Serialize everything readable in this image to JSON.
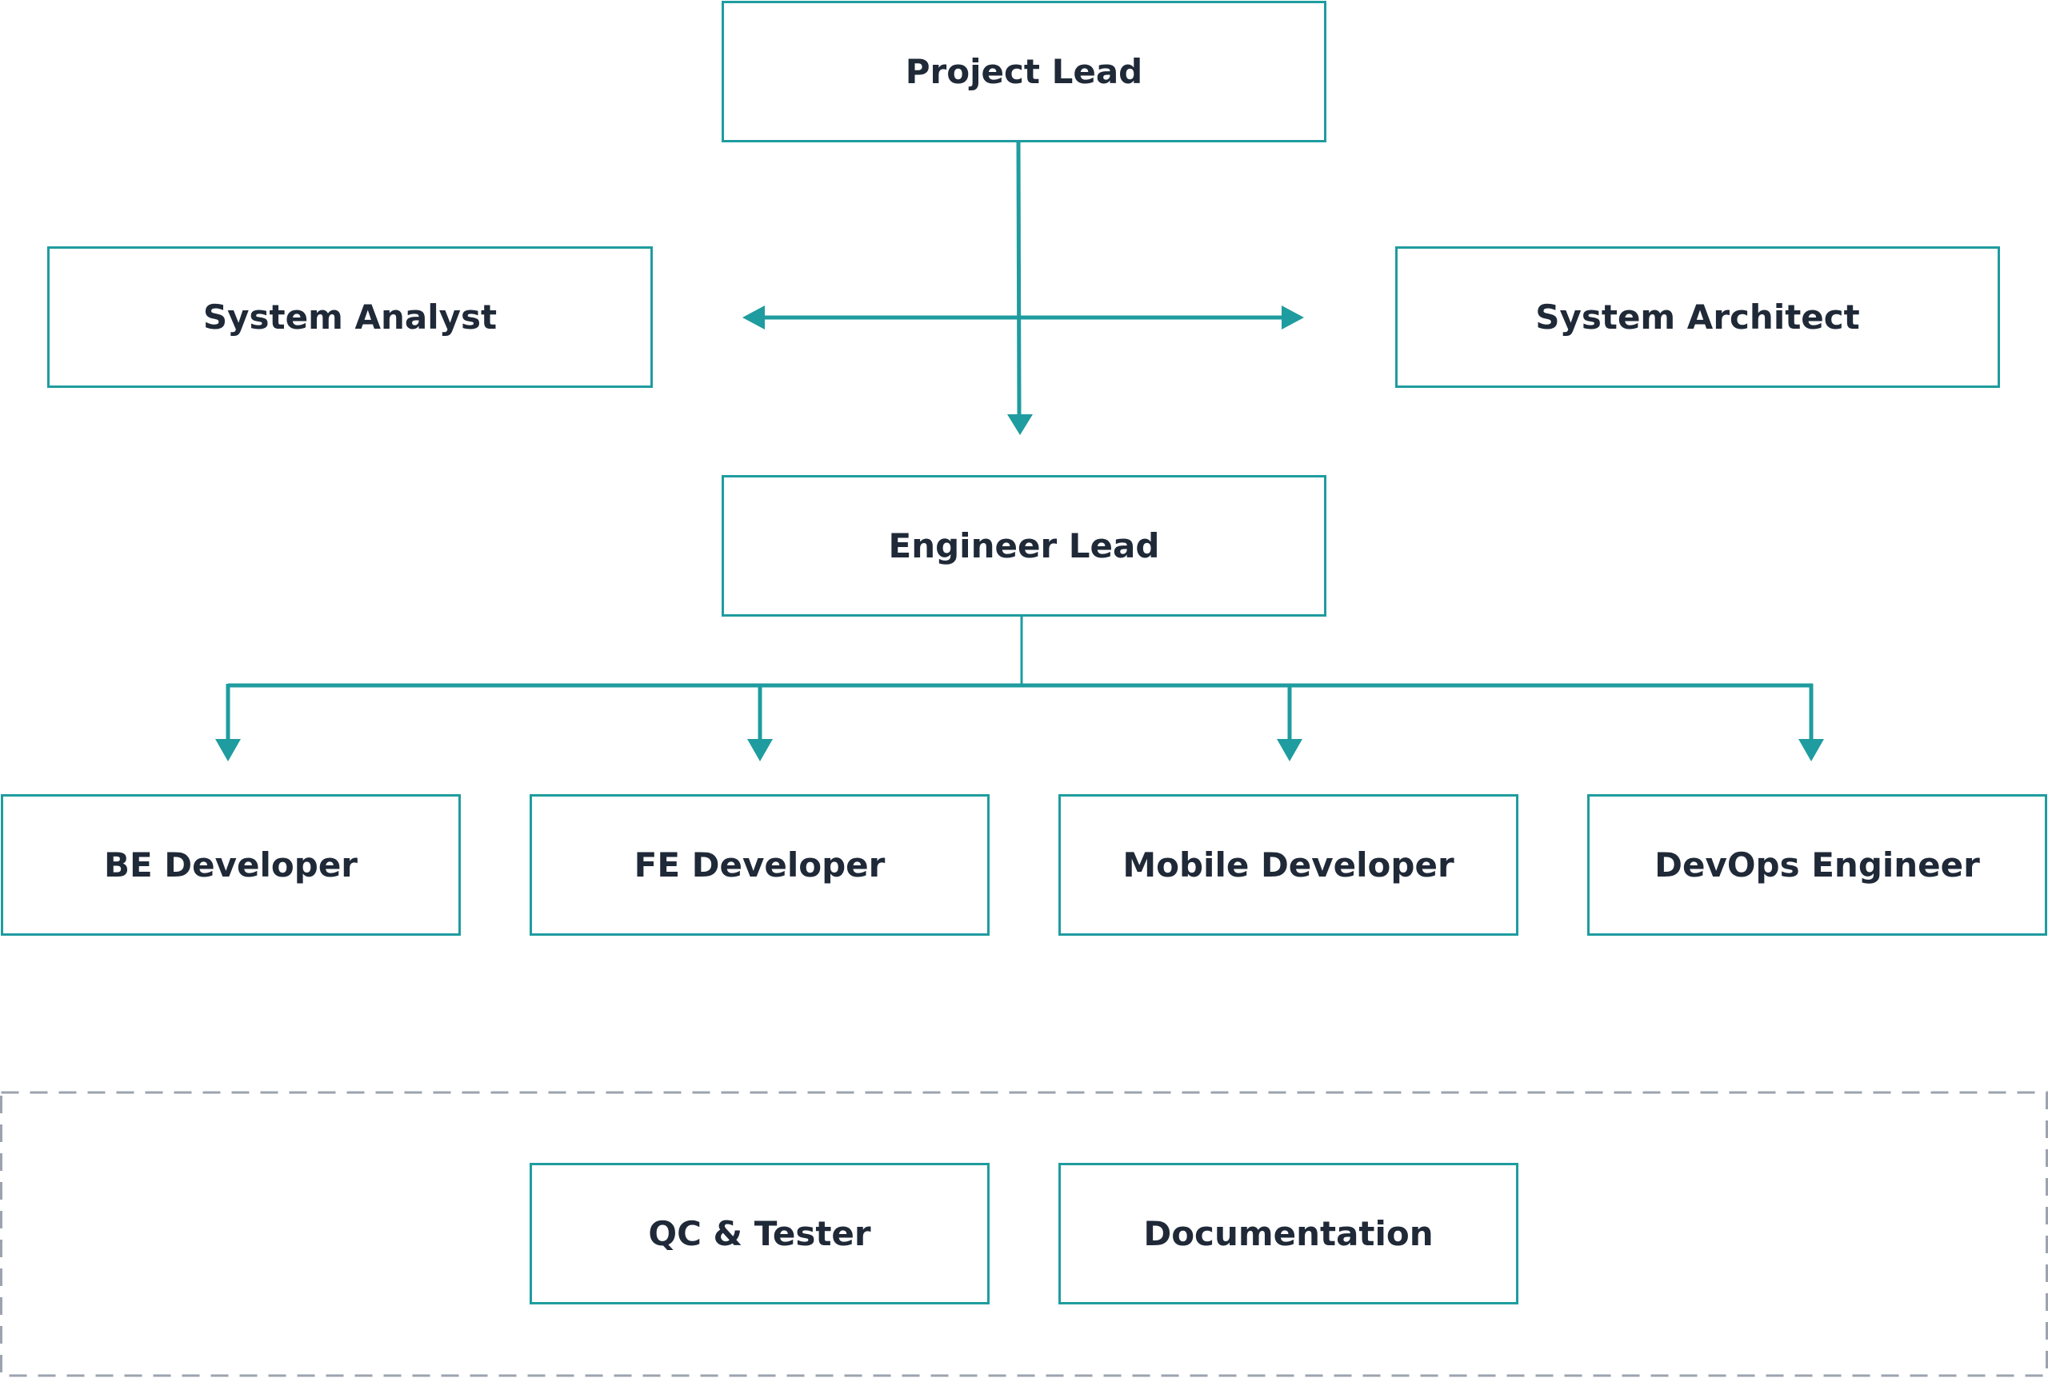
{
  "diagram": {
    "nodes": {
      "project_lead": "Project Lead",
      "system_analyst": "System Analyst",
      "system_architect": "System Architect",
      "engineer_lead": "Engineer Lead",
      "be_developer": "BE Developer",
      "fe_developer": "FE Developer",
      "mobile_developer": "Mobile Developer",
      "devops_engineer": "DevOps Engineer",
      "qc_tester": "QC & Tester",
      "documentation": "Documentation"
    },
    "colors": {
      "accent": "#1f9c9f",
      "text": "#1f2937",
      "dashed_group": "#9ca3af",
      "background": "#ffffff"
    }
  }
}
